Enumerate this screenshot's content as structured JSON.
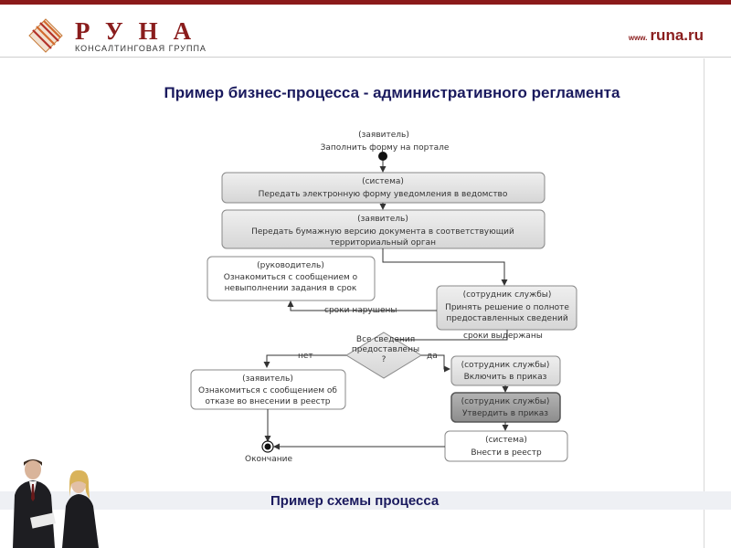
{
  "header": {
    "logo_name": "РУНА",
    "logo_sub": "КОНСАЛТИНГОВАЯ ГРУППА",
    "site_prefix": "www.",
    "site_domain": "runa.ru",
    "brand_color": "#8a1d1d"
  },
  "title": "Пример бизнес-процесса - административного регламента",
  "caption": "Пример схемы процесса",
  "diagram": {
    "start_role": "(заявитель)",
    "start_text": "Заполнить форму на портале",
    "node1_role": "(система)",
    "node1_text": "Передать электронную форму уведомления в ведомство",
    "node2_role": "(заявитель)",
    "node2_text1": "Передать бумажную версию документа в соответствующий",
    "node2_text2": "территориальный орган",
    "node3_role": "(руководитель)",
    "node3_text1": "Ознакомиться с сообщением о",
    "node3_text2": "невыполнении задания в срок",
    "node4_role": "(сотрудник службы)",
    "node4_text1": "Принять решение о полноте",
    "node4_text2": "предоставленных сведений",
    "label_violated": "сроки нарушены",
    "label_kept": "сроки выдержаны",
    "decision_text1": "Все сведения",
    "decision_text2": "предоставлены",
    "decision_text3": "?",
    "label_no": "нет",
    "label_yes": "да",
    "node5_role": "(заявитель)",
    "node5_text1": "Ознакомиться с сообщением об",
    "node5_text2": "отказе во внесении в реестр",
    "node6_role": "(сотрудник службы)",
    "node6_text": "Включить в приказ",
    "node7_role": "(сотрудник службы)",
    "node7_text": "Утвердить в приказ",
    "node8_role": "(система)",
    "node8_text": "Внести в реестр",
    "end_text": "Окончание"
  }
}
